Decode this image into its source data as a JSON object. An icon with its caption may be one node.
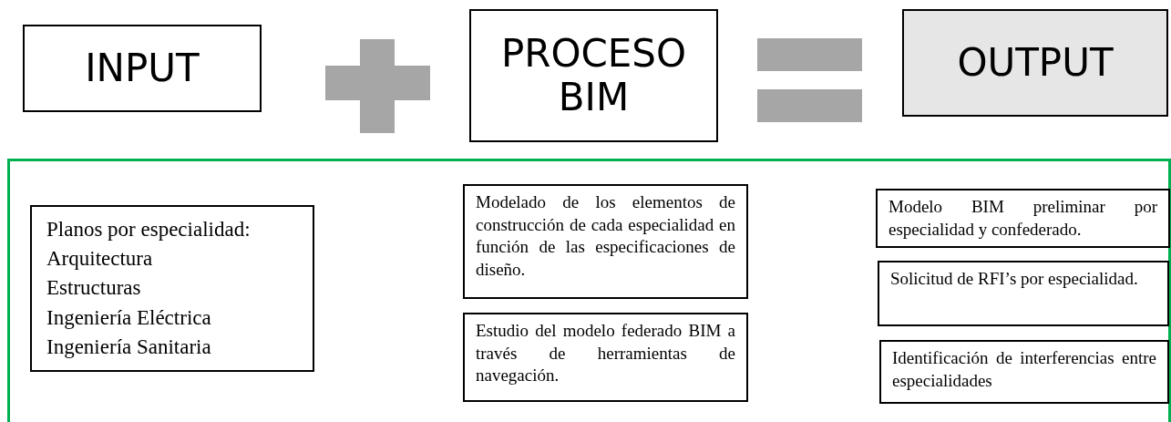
{
  "diagram": {
    "nodes": [
      {
        "text": [
          "INPUT"
        ]
      },
      {
        "text": [
          "PROCESO BIM"
        ]
      },
      {
        "text": [
          "OUTPUT"
        ]
      },
      {
        "text": [],
        "shape": "box"
      },
      {
        "text": [
          "Planos por especialidad:",
          "Arquitectura",
          "Estructuras",
          "Ingeniería Eléctrica",
          "Ingeniería Sanitaria"
        ],
        "in": 3
      },
      {
        "text": [
          "Modelado de los elementos de construcción de cada especialidad en función de las especificaciones de diseño."
        ],
        "in": 3
      },
      {
        "text": [
          "Estudio del modelo federado BIM a través de herramientas de navegación."
        ],
        "in": 3
      },
      {
        "text": [
          "Modelo BIM preliminar por especialidad y confederado."
        ],
        "in": 3
      },
      {
        "text": [
          "Solicitud de RFI’s por especialidad."
        ],
        "in": 3
      },
      {
        "text": [
          "Identificación de interferencias entre especialidades"
        ],
        "in": 3
      }
    ]
  }
}
